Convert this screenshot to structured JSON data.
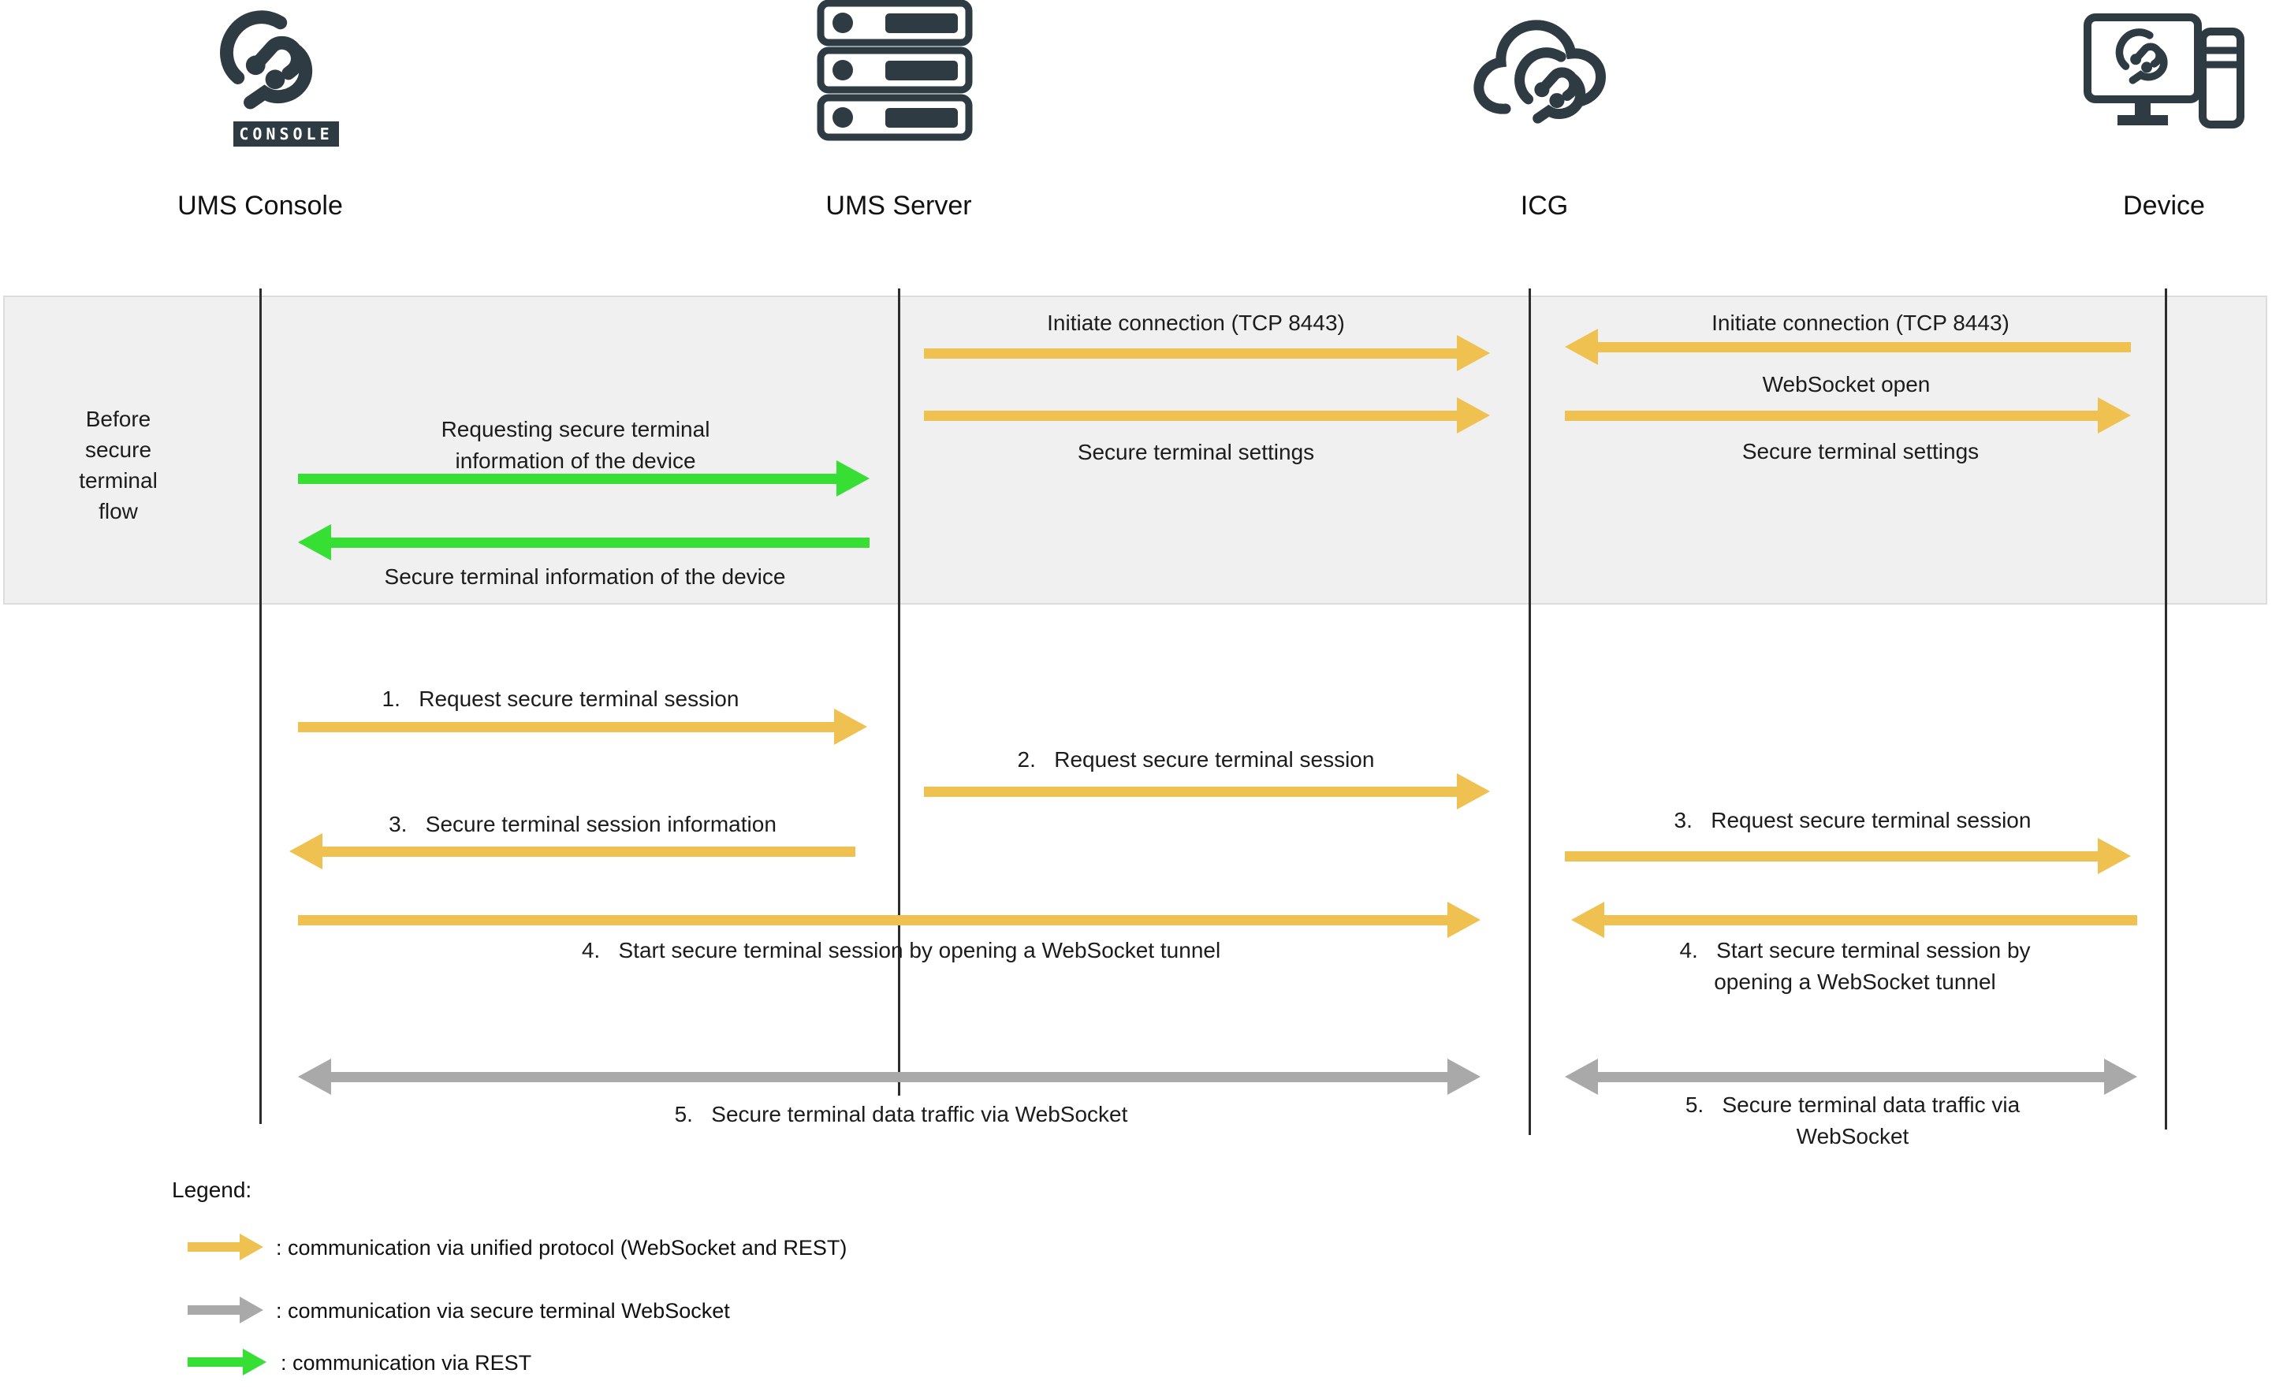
{
  "colors": {
    "dark_icon": "#2E3B43",
    "unified_protocol_yellow": "#EFC150",
    "secure_websocket_gray": "#A9A9A9",
    "rest_green": "#37DE33",
    "band_background": "#F0F0F0",
    "band_border": "#DCDCDC"
  },
  "entities": {
    "console": {
      "label": "UMS Console",
      "badge": "CONSOLE"
    },
    "server": {
      "label": "UMS Server"
    },
    "icg": {
      "label": "ICG"
    },
    "device": {
      "label": "Device"
    }
  },
  "band": {
    "phase_label": "Before\nsecure\nterminal\nflow",
    "console_server": {
      "request": "Requesting secure terminal\ninformation of the device",
      "response": "Secure terminal information of the device"
    },
    "server_icg": {
      "initiate": "Initiate connection (TCP 8443)",
      "settings": "Secure terminal settings"
    },
    "icg_device": {
      "initiate": "Initiate connection (TCP 8443)",
      "websocket_open": "WebSocket open",
      "settings": "Secure terminal settings"
    }
  },
  "flow": {
    "step1": "1.   Request secure terminal session",
    "step2": "2.   Request secure terminal session",
    "step3_console": "3.   Secure terminal session information",
    "step3_device": "3.   Request secure terminal session",
    "step4_console": "4.   Start secure terminal session by opening a WebSocket tunnel",
    "step4_device": "4.   Start secure terminal session by\nopening a WebSocket tunnel",
    "step5_console": "5.   Secure terminal data traffic via WebSocket",
    "step5_device": "5.   Secure terminal data traffic via\nWebSocket"
  },
  "legend": {
    "title": "Legend:",
    "items": [
      {
        "label": ": communication via unified protocol (WebSocket and REST)",
        "color": "#EFC150"
      },
      {
        "label": ": communication via secure terminal WebSocket",
        "color": "#A9A9A9"
      },
      {
        "label": ": communication via REST",
        "color": "#37DE33"
      }
    ]
  }
}
